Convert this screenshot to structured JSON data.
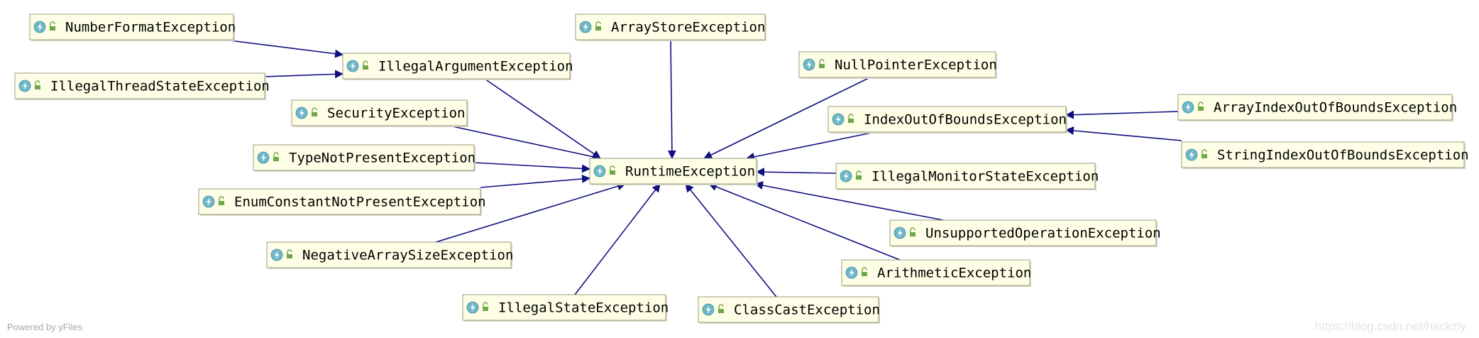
{
  "diagram": {
    "central_node": "RuntimeException",
    "nodes": [
      {
        "id": "number-format",
        "label": "NumberFormatException"
      },
      {
        "id": "illegal-argument",
        "label": "IllegalArgumentException"
      },
      {
        "id": "illegal-thread-state",
        "label": "IllegalThreadStateException"
      },
      {
        "id": "array-store",
        "label": "ArrayStoreException"
      },
      {
        "id": "null-pointer",
        "label": "NullPointerException"
      },
      {
        "id": "security",
        "label": "SecurityException"
      },
      {
        "id": "index-out-of-bounds",
        "label": "IndexOutOfBoundsException"
      },
      {
        "id": "array-index-out-of-bounds",
        "label": "ArrayIndexOutOfBoundsException"
      },
      {
        "id": "string-index-out-of-bounds",
        "label": "StringIndexOutOfBoundsException"
      },
      {
        "id": "type-not-present",
        "label": "TypeNotPresentException"
      },
      {
        "id": "runtime",
        "label": "RuntimeException"
      },
      {
        "id": "illegal-monitor-state",
        "label": "IllegalMonitorStateException"
      },
      {
        "id": "enum-constant-not-present",
        "label": "EnumConstantNotPresentException"
      },
      {
        "id": "unsupported-operation",
        "label": "UnsupportedOperationException"
      },
      {
        "id": "negative-array-size",
        "label": "NegativeArraySizeException"
      },
      {
        "id": "arithmetic",
        "label": "ArithmeticException"
      },
      {
        "id": "illegal-state",
        "label": "IllegalStateException"
      },
      {
        "id": "class-cast",
        "label": "ClassCastException"
      }
    ],
    "edges": [
      {
        "from": "number-format",
        "to": "illegal-argument"
      },
      {
        "from": "illegal-thread-state",
        "to": "illegal-argument"
      },
      {
        "from": "illegal-argument",
        "to": "runtime"
      },
      {
        "from": "array-store",
        "to": "runtime"
      },
      {
        "from": "null-pointer",
        "to": "runtime"
      },
      {
        "from": "security",
        "to": "runtime"
      },
      {
        "from": "index-out-of-bounds",
        "to": "runtime"
      },
      {
        "from": "array-index-out-of-bounds",
        "to": "index-out-of-bounds"
      },
      {
        "from": "string-index-out-of-bounds",
        "to": "index-out-of-bounds"
      },
      {
        "from": "type-not-present",
        "to": "runtime"
      },
      {
        "from": "illegal-monitor-state",
        "to": "runtime"
      },
      {
        "from": "enum-constant-not-present",
        "to": "runtime"
      },
      {
        "from": "unsupported-operation",
        "to": "runtime"
      },
      {
        "from": "negative-array-size",
        "to": "runtime"
      },
      {
        "from": "arithmetic",
        "to": "runtime"
      },
      {
        "from": "illegal-state",
        "to": "runtime"
      },
      {
        "from": "class-cast",
        "to": "runtime"
      }
    ]
  },
  "icons": {
    "class_icon": "class-icon",
    "visibility_icon": "public-visibility-icon"
  },
  "colors": {
    "node_fill": "#fefee6",
    "node_border": "#9c9c82",
    "edge": "#0f0f80",
    "class_icon_fill": "#6fb7c9",
    "lock_icon": "#6ea84a"
  },
  "footer": {
    "powered_by": "Powered by yFiles",
    "watermark": "https://blog.csdn.net/hackzly"
  }
}
